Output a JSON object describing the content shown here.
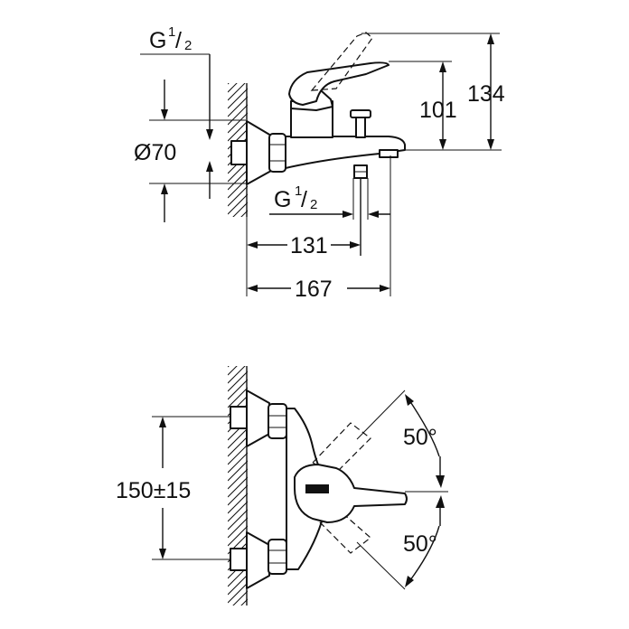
{
  "side_view": {
    "inlet_thread": {
      "letter": "G",
      "num": "1",
      "den": "2"
    },
    "outlet_thread": {
      "letter": "G",
      "num": "1",
      "den": "2"
    },
    "diameter": "Ø70",
    "height_spout": "101",
    "height_total": "134",
    "depth_outlet": "131",
    "depth_total": "167"
  },
  "front_view": {
    "centre_distance": "150±15",
    "angle_up": "50°",
    "angle_down": "50°"
  }
}
